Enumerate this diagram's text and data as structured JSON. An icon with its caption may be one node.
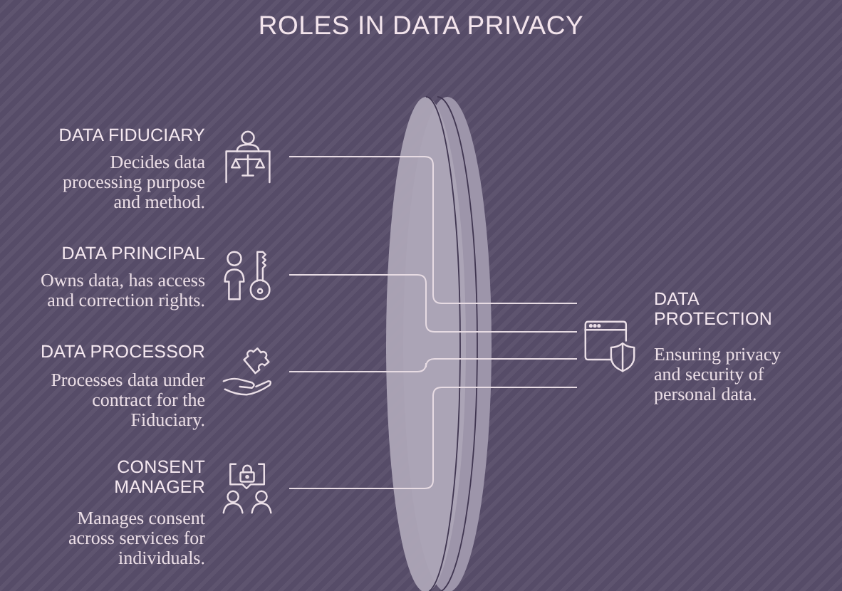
{
  "diagram": {
    "title": "ROLES IN DATA PRIVACY",
    "nodes": [
      {
        "text": [
          "DATA FIDUCIARY",
          "Decides data processing purpose and method."
        ]
      },
      {
        "text": [
          "DATA PRINCIPAL",
          "Owns data, has access and correction rights."
        ]
      },
      {
        "text": [
          "DATA PROCESSOR",
          "Processes data under contract for the Fiduciary."
        ]
      },
      {
        "text": [
          "CONSENT MANAGER",
          "Manages consent across services for individuals."
        ]
      },
      {
        "text": [
          "DATA PROTECTION",
          "Ensuring privacy and security of personal data."
        ]
      }
    ],
    "edges": [
      {
        "from": 0,
        "to": 4,
        "arrow": "none"
      },
      {
        "from": 1,
        "to": 4,
        "arrow": "none"
      },
      {
        "from": 2,
        "to": 4,
        "arrow": "none"
      },
      {
        "from": 3,
        "to": 4,
        "arrow": "none"
      }
    ]
  }
}
